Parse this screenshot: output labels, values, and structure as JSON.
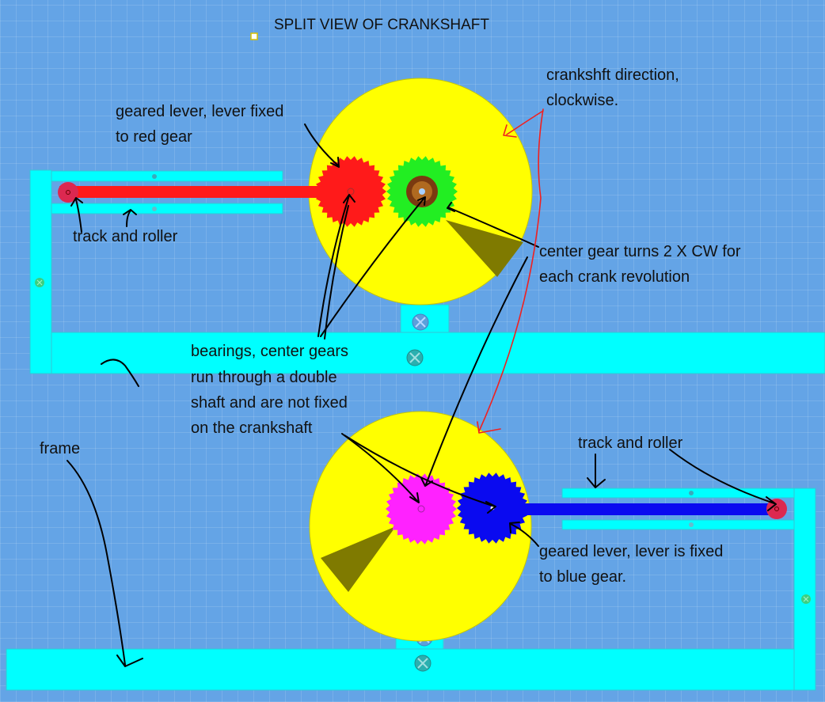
{
  "title": "SPLIT VIEW OF CRANKSHAFT",
  "labels": {
    "direction": [
      "crankshft direction,",
      "clockwise."
    ],
    "red_lever": [
      "geared lever, lever fixed",
      "to red gear"
    ],
    "track_top": "track and roller",
    "center_gear": [
      "center gear turns 2 X CW for",
      "each crank revolution"
    ],
    "bearings": [
      "bearings, center gears",
      "run through a double",
      "shaft and are not fixed",
      "on the crankshaft"
    ],
    "frame": "frame",
    "track_bottom": "track and roller",
    "blue_lever": [
      "geared lever, lever is fixed",
      "to blue gear."
    ]
  },
  "colors": {
    "background": "#64a4e6",
    "frame": "#00ffff",
    "crank_disc": "#ffff00",
    "wedge": "#7f7a00",
    "red_gear": "#ff1a1a",
    "green_gear": "#22ee22",
    "magenta_gear": "#ff22ff",
    "blue_gear": "#0a0af0",
    "roller": "#dc2850"
  }
}
